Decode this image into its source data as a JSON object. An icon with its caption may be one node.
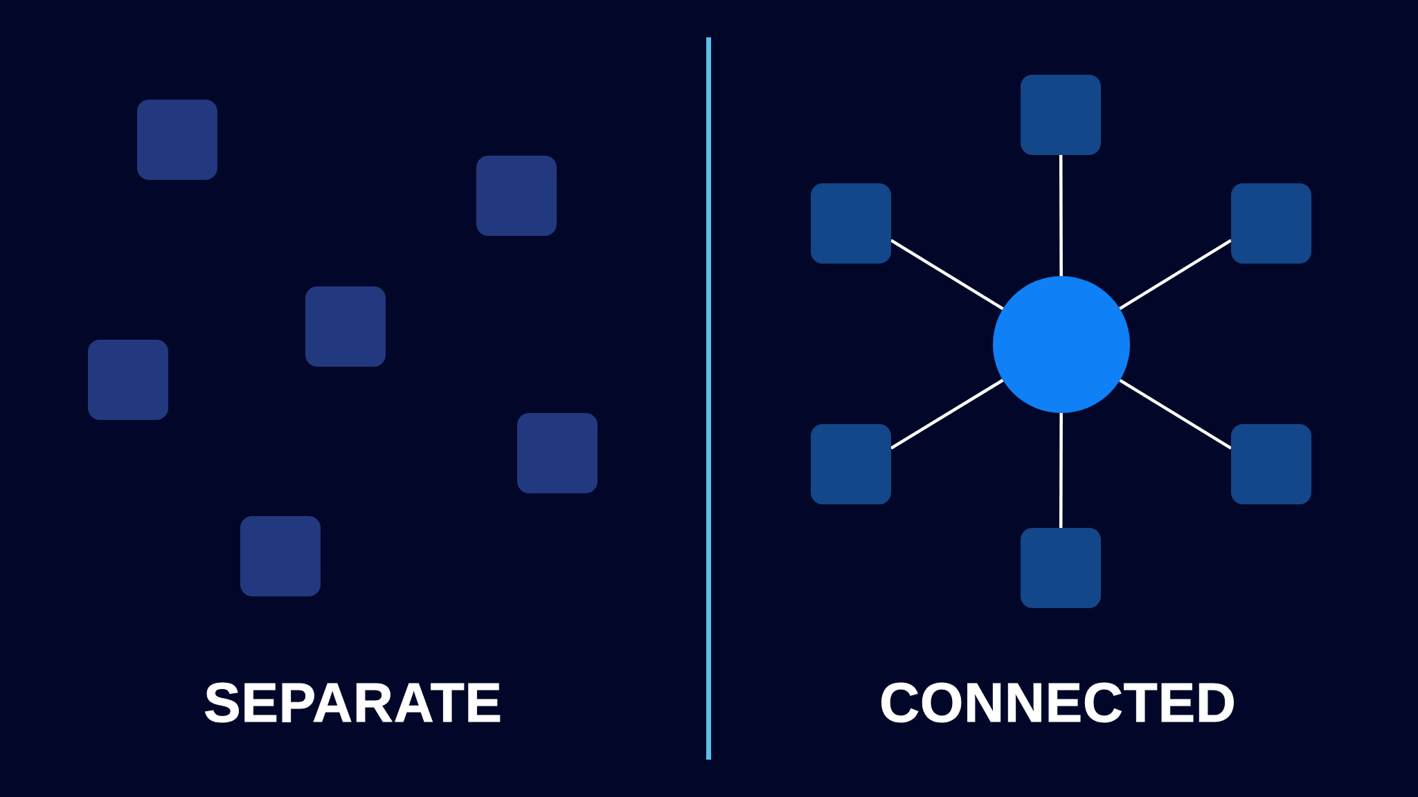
{
  "diagram": {
    "nodes": [
      {
        "text": [],
        "shape": "box"
      },
      {
        "text": [],
        "shape": "box"
      },
      {
        "text": [],
        "shape": "box"
      },
      {
        "text": [],
        "shape": "box"
      },
      {
        "text": [],
        "shape": "box"
      },
      {
        "text": [],
        "shape": "box"
      },
      {
        "text": [],
        "shape": "box"
      },
      {
        "text": [],
        "shape": "box"
      },
      {
        "text": [],
        "shape": "box"
      },
      {
        "text": [],
        "shape": "circle"
      },
      {
        "text": [],
        "shape": "box"
      },
      {
        "text": [],
        "shape": "box"
      },
      {
        "text": [],
        "shape": "box"
      }
    ],
    "edges": [
      {
        "from": 9,
        "to": 6,
        "arrow": "none"
      },
      {
        "from": 9,
        "to": 7,
        "arrow": "none"
      },
      {
        "from": 9,
        "to": 8,
        "arrow": "none"
      },
      {
        "from": 9,
        "to": 10,
        "arrow": "none"
      },
      {
        "from": 9,
        "to": 11,
        "arrow": "none"
      },
      {
        "from": 9,
        "to": 12,
        "arrow": "none"
      }
    ],
    "labels": [
      "SEPARATE",
      "CONNECTED"
    ]
  }
}
